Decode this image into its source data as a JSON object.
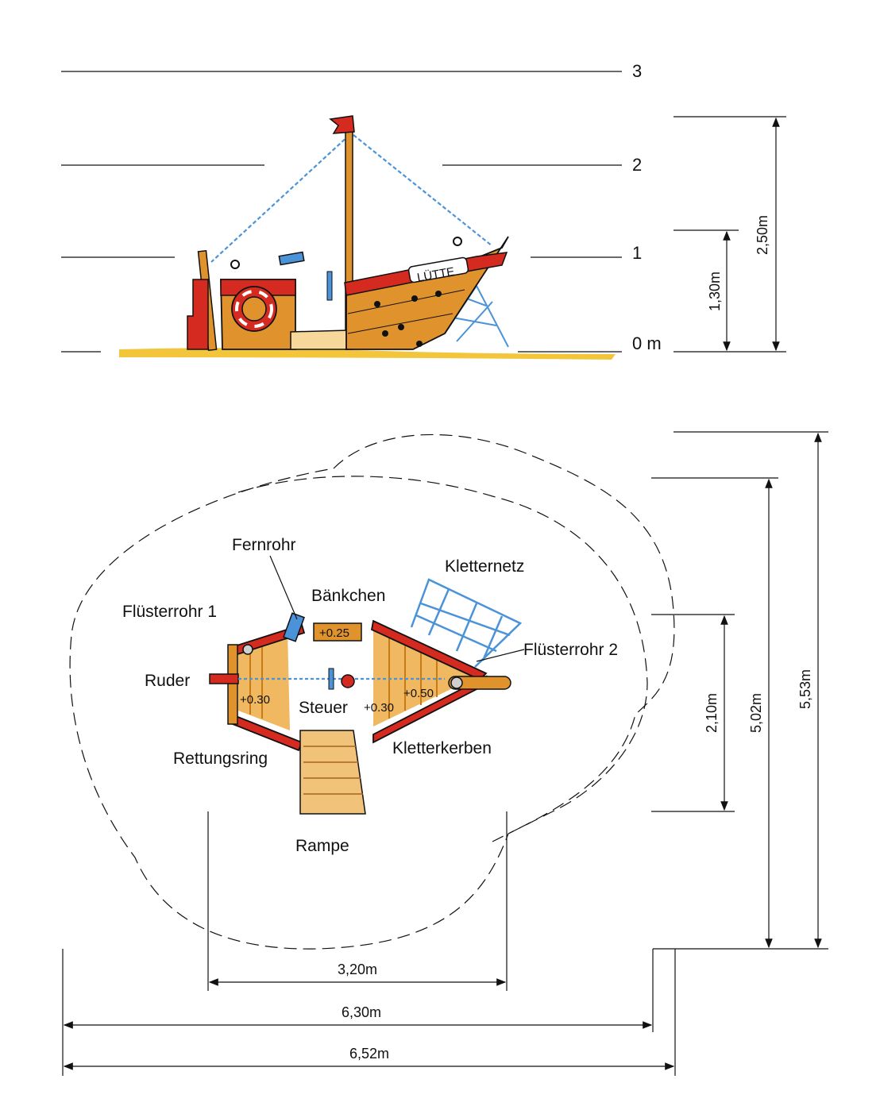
{
  "elevation": {
    "levels": [
      "3",
      "2",
      "1",
      "0 m"
    ],
    "dimensions": {
      "height_platform": "1,30m",
      "height_total": "2,50m"
    },
    "boat_name": "LÜTTE"
  },
  "plan": {
    "labels": {
      "fernrohr": "Fernrohr",
      "kletternetz": "Kletternetz",
      "baenkchen": "Bänkchen",
      "fluesterrohr1": "Flüsterrohr 1",
      "fluesterrohr2": "Flüsterrohr 2",
      "ruder": "Ruder",
      "steuer": "Steuer",
      "rettungsring": "Rettungsring",
      "kletterkerben": "Kletterkerben",
      "rampe": "Rampe"
    },
    "heights": {
      "bench": "+0.25",
      "rear": "+0.30",
      "mid": "+0.30",
      "bow": "+0.50"
    },
    "dimensions": {
      "width_inner": "3,20m",
      "width_mid": "6,30m",
      "width_outer": "6,52m",
      "depth_boat": "2,10m",
      "depth_mid": "5,02m",
      "depth_outer": "5,53m"
    }
  },
  "colors": {
    "red": "#d42a1f",
    "wood": "#e0932c",
    "sand": "#f2c230",
    "blue": "#4b93d8",
    "line": "#111111"
  }
}
